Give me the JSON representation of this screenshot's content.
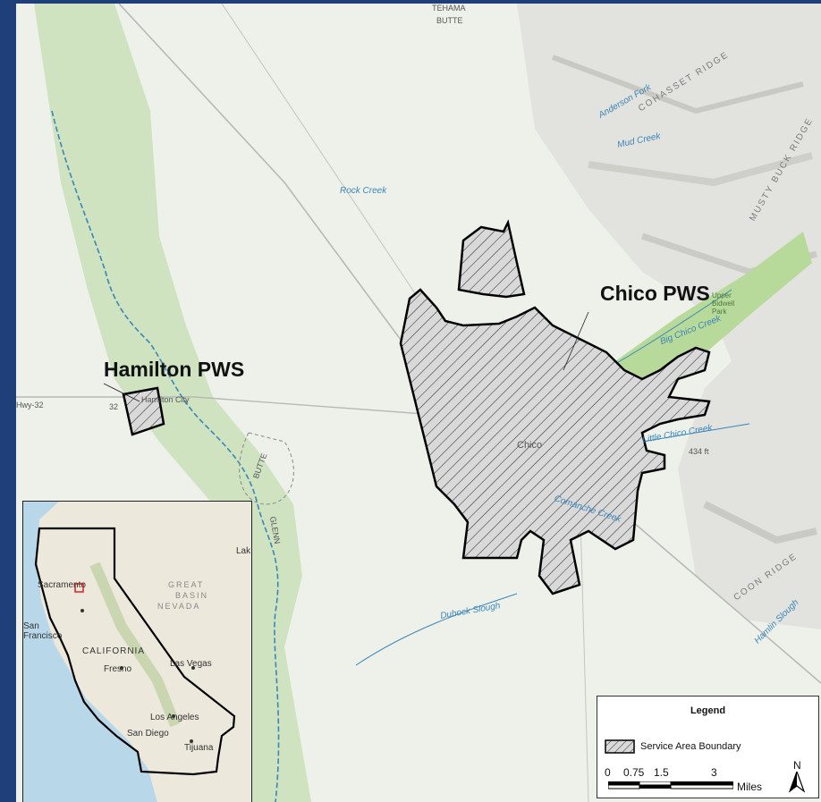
{
  "map": {
    "service_areas": {
      "chico": "Chico PWS",
      "hamilton": "Hamilton PWS"
    },
    "labels": {
      "tehama_county": "TEHAMA",
      "butte_county": "BUTTE",
      "butte_circle": "BUTTE",
      "glenn": "GLENN",
      "rock_creek": "Rock Creek",
      "mud_creek": "Mud Creek",
      "anderson_fork": "Anderson Fork",
      "big_chico_creek": "Big Chico Creek",
      "little_chico_creek": "Little Chico Creek",
      "dubock_slough": "Dubock Slough",
      "comanche_creek": "Comanche Creek",
      "hamlin_slough": "Hamlin Slough",
      "cohasset_ridge": "COHASSET RIDGE",
      "musty_buck_ridge": "MUSTY BUCK RIDGE",
      "coon_ridge": "COON RIDGE",
      "chico_city": "Chico",
      "hamilton_city": "Hamilton City",
      "upper_park": "Upper Bidwell Park",
      "elevation": "434 ft",
      "hwy_32": "Hwy-32",
      "route_32": "32"
    },
    "colors": {
      "service_area_fill": "#d9d9d9",
      "service_area_outline": "#000000",
      "hatch": "#222222",
      "river": "#3a86b8",
      "park_green": "#b7d99a",
      "background": "#eef1e9",
      "frame": "#1f3f7a"
    }
  },
  "inset": {
    "labels": {
      "sacramento": "Sacramento",
      "san_francisco": "San\nFrancisco",
      "california": "CALIFORNIA",
      "fresno": "Fresno",
      "las_vegas": "Las Vegas",
      "los_angeles": "Los Angeles",
      "san_diego": "San Diego",
      "tijuana": "Tijuana",
      "great_basin": "GREAT",
      "basin": "BASIN",
      "nevada": "NEVADA",
      "lake": "Lak"
    },
    "locator_color": "#e0201b"
  },
  "legend": {
    "title": "Legend",
    "item_label": "Service Area Boundary",
    "scale": {
      "ticks": [
        "0",
        "0.75",
        "1.5",
        "3"
      ],
      "unit": "Miles"
    },
    "north": "N"
  }
}
